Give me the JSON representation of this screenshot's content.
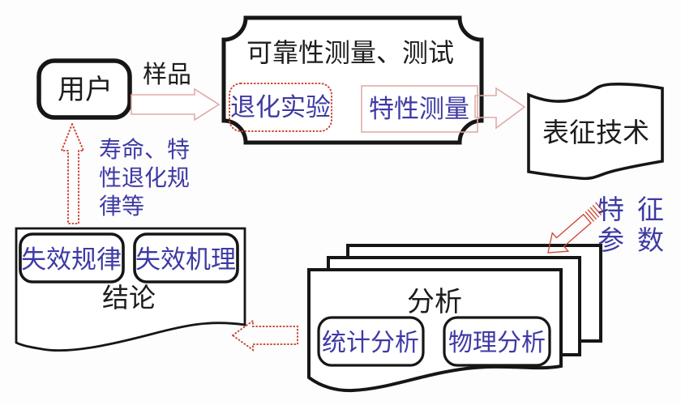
{
  "diagram": {
    "user": {
      "label": "用户"
    },
    "sample_arrow_label": "样品",
    "measurement": {
      "title": "可靠性测量、测试",
      "degradation_label": "退化实验",
      "characteristic_label": "特性测量"
    },
    "characterization": {
      "label": "表征技术"
    },
    "feature_params": {
      "line1": "特征",
      "line2": "参数"
    },
    "analysis": {
      "title": "分析",
      "statistical_label": "统计分析",
      "physical_label": "物理分析"
    },
    "conclusion": {
      "title": "结论",
      "failure_law_label": "失效规律",
      "failure_mechanism_label": "失效机理"
    },
    "feedback_note": {
      "line1": "寿命、特",
      "line2": "性退化规",
      "line3": "律等"
    }
  },
  "colors": {
    "annotation_blue": "#3e3aa4",
    "dotted_red": "#cc4433",
    "flow_pink": "#dfaba8",
    "outline_black": "#161616"
  }
}
